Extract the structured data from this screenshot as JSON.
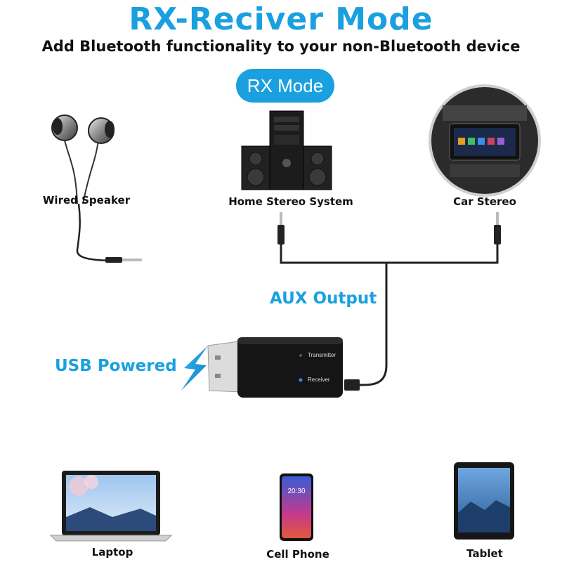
{
  "header": {
    "title": "RX-Reciver Mode",
    "subtitle": "Add Bluetooth functionality to your non-Bluetooth device",
    "mode_badge": "RX Mode"
  },
  "devices_top": [
    {
      "label": "Wired Speaker",
      "icon": "earphones-icon"
    },
    {
      "label": "Home Stereo System",
      "icon": "stereo-system-icon"
    },
    {
      "label": "Car Stereo",
      "icon": "car-stereo-icon"
    }
  ],
  "annotations": {
    "aux_output": "AUX Output",
    "usb_powered": "USB Powered"
  },
  "adapter": {
    "transmitter_label": "Transmitter",
    "receiver_label": "Receiver"
  },
  "devices_bottom": [
    {
      "label": "Laptop",
      "icon": "laptop-icon"
    },
    {
      "label": "Cell Phone",
      "icon": "phone-icon",
      "screen_time": "20:30"
    },
    {
      "label": "Tablet",
      "icon": "tablet-icon"
    }
  ],
  "colors": {
    "accent": "#1aa0df",
    "text": "#111111"
  }
}
